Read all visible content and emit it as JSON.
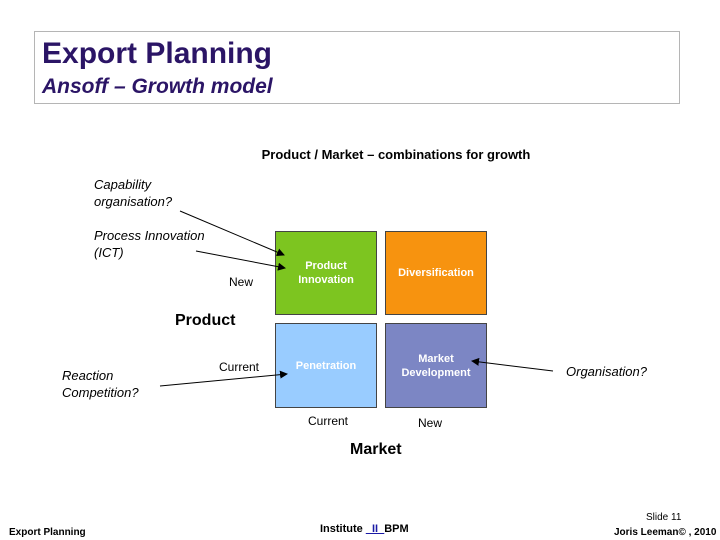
{
  "title": {
    "main": "Export Planning",
    "sub": "Ansoff – Growth model"
  },
  "diagram": {
    "heading": "Product / Market – combinations for growth",
    "boxes": {
      "product_innovation": "Product Innovation",
      "diversification": "Diversification",
      "penetration": "Penetration",
      "market_development": "Market Development"
    },
    "colors": {
      "product_innovation": "#7dc520",
      "diversification": "#f7930f",
      "penetration": "#99ccff",
      "market_development": "#7c86c4"
    },
    "product_axis": {
      "title": "Product",
      "new": "New",
      "current": "Current"
    },
    "market_axis": {
      "title": "Market",
      "current": "Current",
      "new": "New"
    },
    "annotations": {
      "capability": "Capability organisation?",
      "process": "Process Innovation (ICT)",
      "reaction": "Reaction Competition?",
      "organisation": "Organisation?"
    }
  },
  "footer": {
    "left": "Export Planning",
    "center_prefix": "Institute ",
    "center_highlight": "_II_",
    "center_suffix": "BPM",
    "slide": "Slide 11",
    "right": "Joris Leeman© , 2010"
  }
}
